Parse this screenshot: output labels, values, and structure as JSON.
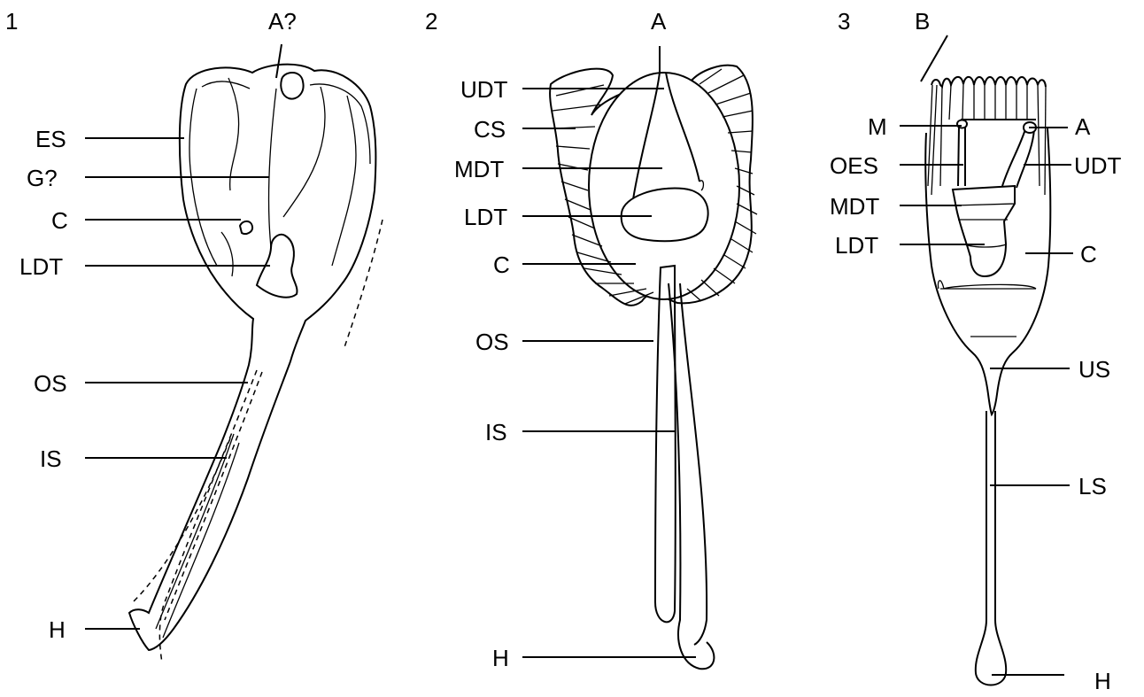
{
  "panels": [
    {
      "number": "1",
      "labels": {
        "top": "A?",
        "es": "ES",
        "g": "G?",
        "c": "C",
        "ldt": "LDT",
        "os": "OS",
        "is": "IS",
        "h": "H"
      }
    },
    {
      "number": "2",
      "labels": {
        "top": "A",
        "udt": "UDT",
        "cs": "CS",
        "mdt": "MDT",
        "ldt": "LDT",
        "c": "C",
        "os": "OS",
        "is": "IS",
        "h": "H"
      }
    },
    {
      "number": "3",
      "labels": {
        "top": "B",
        "m": "M",
        "a": "A",
        "oes": "OES",
        "udt": "UDT",
        "mdt": "MDT",
        "ldt": "LDT",
        "c": "C",
        "us": "US",
        "ls": "LS",
        "h": "H"
      }
    }
  ]
}
